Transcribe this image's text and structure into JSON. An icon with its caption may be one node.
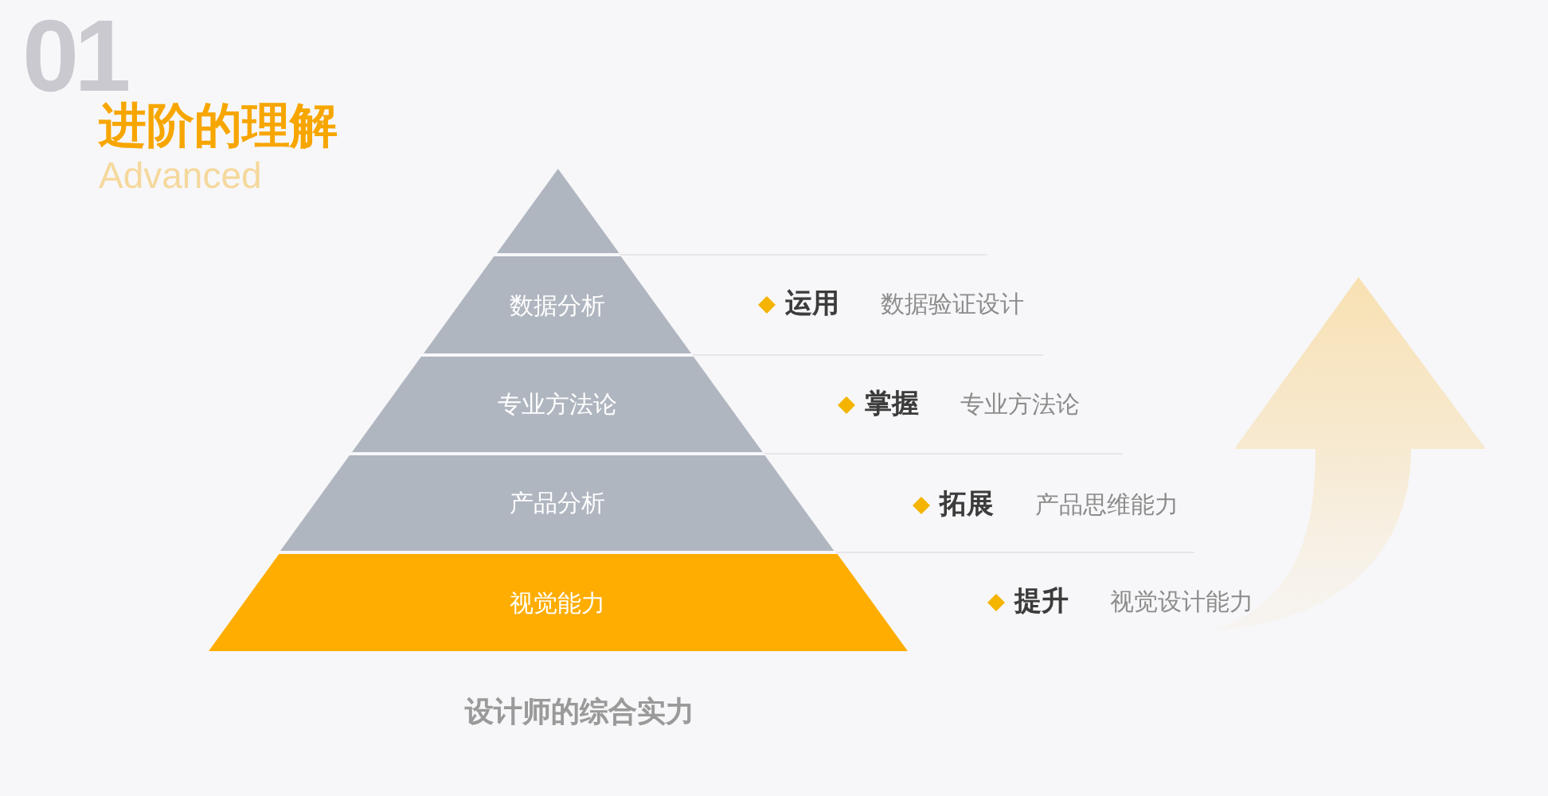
{
  "diagram": {
    "title": "进阶的理解",
    "caption": "设计师的综合实力",
    "nodes": [
      {
        "text": [],
        "shape": "triangle"
      },
      {
        "text": [
          "数据分析"
        ],
        "beside": [
          "运用",
          "数据验证设计"
        ]
      },
      {
        "text": [
          "专业方法论"
        ],
        "beside": [
          "掌握",
          "专业方法论"
        ]
      },
      {
        "text": [
          "产品分析"
        ],
        "beside": [
          "拓展",
          "产品思维能力"
        ]
      },
      {
        "text": [
          "视觉能力"
        ],
        "beside": [
          "提升",
          "视觉设计能力"
        ]
      }
    ],
    "labels": [
      "01",
      "Advanced"
    ]
  }
}
